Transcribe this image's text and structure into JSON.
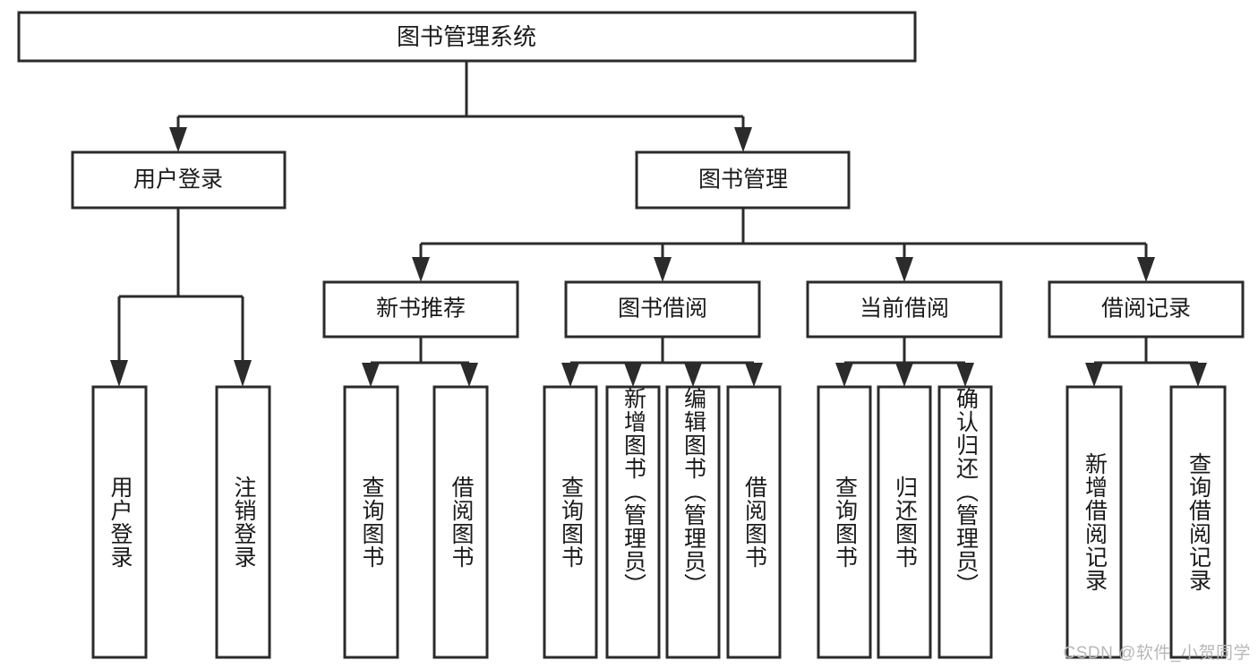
{
  "diagram": {
    "type": "tree-hierarchy",
    "title": "图书管理系统",
    "root": {
      "label": "图书管理系统"
    },
    "level2": [
      {
        "label": "用户登录"
      },
      {
        "label": "图书管理"
      }
    ],
    "level3": [
      {
        "label": "新书推荐",
        "parent": "图书管理"
      },
      {
        "label": "图书借阅",
        "parent": "图书管理"
      },
      {
        "label": "当前借阅",
        "parent": "图书管理"
      },
      {
        "label": "借阅记录",
        "parent": "图书管理"
      }
    ],
    "leaves": {
      "user_login": [
        {
          "label": "用户登录"
        },
        {
          "label": "注销登录"
        }
      ],
      "new_book_recommend": [
        {
          "label": "查询图书"
        },
        {
          "label": "借阅图书"
        }
      ],
      "book_borrow": [
        {
          "label": "查询图书"
        },
        {
          "label": "新增图书（管理员）"
        },
        {
          "label": "编辑图书（管理员）"
        },
        {
          "label": "借阅图书"
        }
      ],
      "current_borrow": [
        {
          "label": "查询图书"
        },
        {
          "label": "归还图书"
        },
        {
          "label": "确认归还（管理员）"
        }
      ],
      "borrow_records": [
        {
          "label": "新增借阅记录"
        },
        {
          "label": "查询借阅记录"
        }
      ]
    }
  },
  "watermark": {
    "text": "CSDN @软件_小贺同学"
  },
  "colors": {
    "stroke": "#2b2b2b",
    "background": "#ffffff",
    "text": "#1a1a1a",
    "watermark": "#b8b8b8"
  }
}
